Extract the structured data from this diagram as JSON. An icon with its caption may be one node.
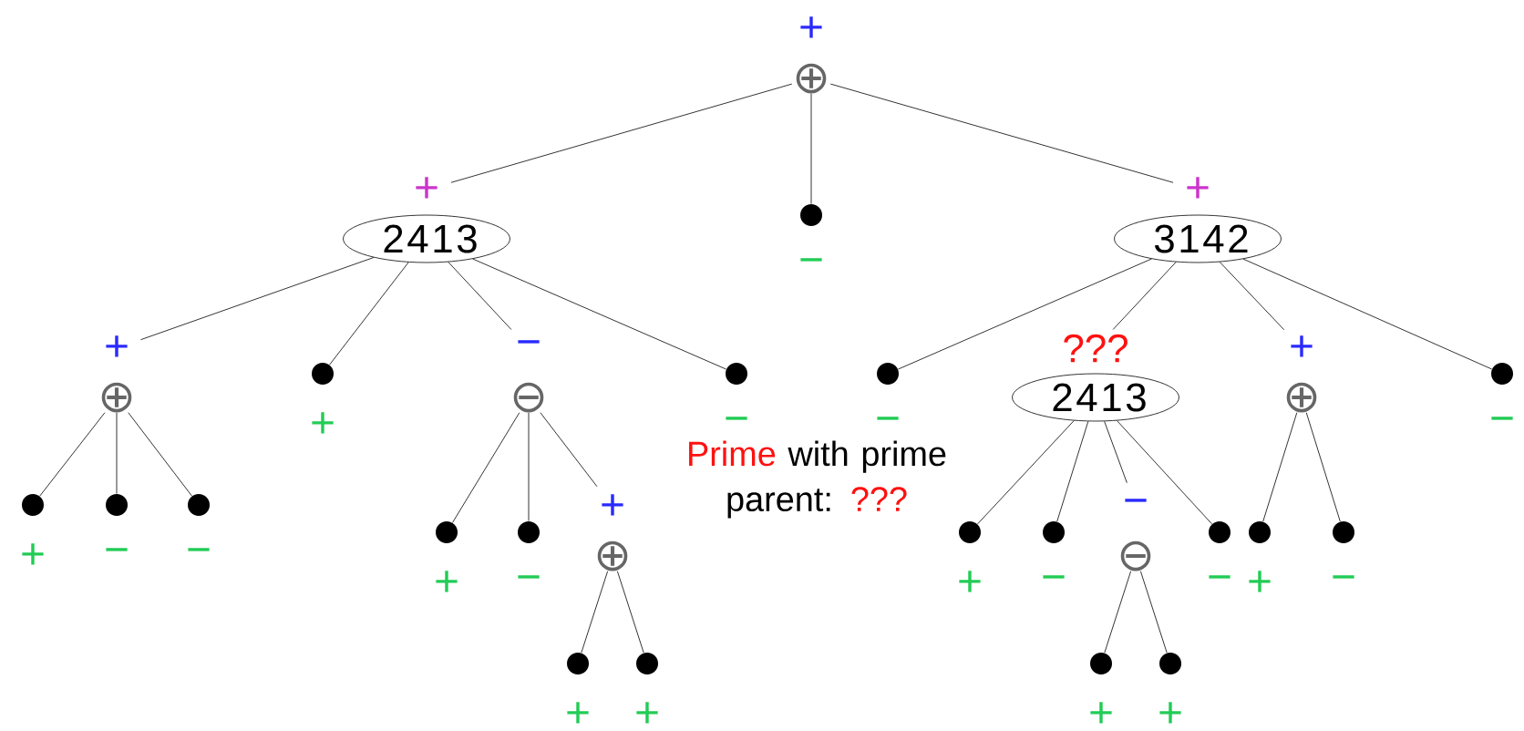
{
  "diagram": {
    "nodes": [
      {
        "text": [
          "⊕"
        ],
        "beside": [
          "+"
        ]
      },
      {
        "text": [
          "2413"
        ],
        "beside": [
          "+"
        ]
      },
      {
        "text": [],
        "shape": "circle",
        "beside": [
          "−"
        ]
      },
      {
        "text": [
          "3142"
        ],
        "beside": [
          "+"
        ]
      },
      {
        "text": [
          "⊕"
        ],
        "beside": [
          "+"
        ]
      },
      {
        "text": [],
        "shape": "circle",
        "beside": [
          "+"
        ]
      },
      {
        "text": [
          "⊖"
        ],
        "beside": [
          "−"
        ]
      },
      {
        "text": [],
        "shape": "circle",
        "beside": [
          "−"
        ]
      },
      {
        "text": [],
        "shape": "circle",
        "beside": [
          "+"
        ]
      },
      {
        "text": [],
        "shape": "circle",
        "beside": [
          "−"
        ]
      },
      {
        "text": [],
        "shape": "circle",
        "beside": [
          "−"
        ]
      },
      {
        "text": [],
        "shape": "circle",
        "beside": [
          "+"
        ]
      },
      {
        "text": [],
        "shape": "circle",
        "beside": [
          "−"
        ]
      },
      {
        "text": [
          "⊕"
        ],
        "beside": [
          "+"
        ]
      },
      {
        "text": [],
        "shape": "circle",
        "beside": [
          "+"
        ]
      },
      {
        "text": [],
        "shape": "circle",
        "beside": [
          "+"
        ]
      },
      {
        "text": [],
        "shape": "circle",
        "beside": [
          "−"
        ]
      },
      {
        "text": [
          "2413"
        ],
        "beside": [
          "???"
        ]
      },
      {
        "text": [
          "⊕"
        ],
        "beside": [
          "+"
        ]
      },
      {
        "text": [],
        "shape": "circle",
        "beside": [
          "−"
        ]
      },
      {
        "text": [],
        "shape": "circle",
        "beside": [
          "+"
        ]
      },
      {
        "text": [],
        "shape": "circle",
        "beside": [
          "−"
        ]
      },
      {
        "text": [
          "⊖"
        ],
        "beside": [
          "−"
        ]
      },
      {
        "text": [],
        "shape": "circle",
        "beside": [
          "−"
        ]
      },
      {
        "text": [],
        "shape": "circle",
        "beside": [
          "+"
        ]
      },
      {
        "text": [],
        "shape": "circle",
        "beside": [
          "+"
        ]
      },
      {
        "text": [],
        "shape": "circle",
        "beside": [
          "+"
        ]
      },
      {
        "text": [],
        "shape": "circle",
        "beside": [
          "−"
        ]
      }
    ],
    "edges": [
      {
        "from": 0,
        "to": 1,
        "arrow": "none"
      },
      {
        "from": 0,
        "to": 2,
        "arrow": "none"
      },
      {
        "from": 0,
        "to": 3,
        "arrow": "none"
      },
      {
        "from": 1,
        "to": 4,
        "arrow": "none"
      },
      {
        "from": 1,
        "to": 5,
        "arrow": "none"
      },
      {
        "from": 1,
        "to": 6,
        "arrow": "none"
      },
      {
        "from": 1,
        "to": 7,
        "arrow": "none"
      },
      {
        "from": 4,
        "to": 8,
        "arrow": "none"
      },
      {
        "from": 4,
        "to": 9,
        "arrow": "none"
      },
      {
        "from": 4,
        "to": 10,
        "arrow": "none"
      },
      {
        "from": 6,
        "to": 11,
        "arrow": "none"
      },
      {
        "from": 6,
        "to": 12,
        "arrow": "none"
      },
      {
        "from": 6,
        "to": 13,
        "arrow": "none"
      },
      {
        "from": 13,
        "to": 14,
        "arrow": "none"
      },
      {
        "from": 13,
        "to": 15,
        "arrow": "none"
      },
      {
        "from": 3,
        "to": 16,
        "arrow": "none"
      },
      {
        "from": 3,
        "to": 17,
        "arrow": "none"
      },
      {
        "from": 3,
        "to": 18,
        "arrow": "none"
      },
      {
        "from": 3,
        "to": 19,
        "arrow": "none"
      },
      {
        "from": 17,
        "to": 20,
        "arrow": "none"
      },
      {
        "from": 17,
        "to": 21,
        "arrow": "none"
      },
      {
        "from": 17,
        "to": 22,
        "arrow": "none"
      },
      {
        "from": 17,
        "to": 23,
        "arrow": "none"
      },
      {
        "from": 22,
        "to": 24,
        "arrow": "none"
      },
      {
        "from": 22,
        "to": 25,
        "arrow": "none"
      },
      {
        "from": 18,
        "to": 26,
        "arrow": "none"
      },
      {
        "from": 18,
        "to": 27,
        "arrow": "none"
      }
    ],
    "labels": [
      "Prime",
      "with prime parent:",
      "???"
    ]
  }
}
